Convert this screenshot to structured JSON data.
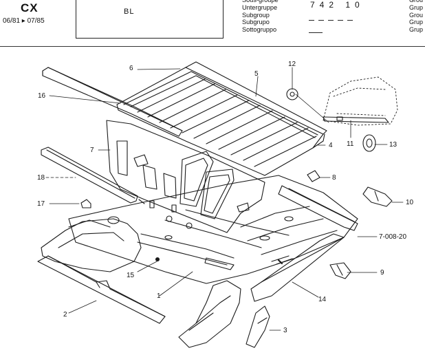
{
  "header": {
    "model": "CX",
    "dates": "06/81 ▸ 07/85",
    "box_text": "BL",
    "group_labels": [
      "Sous-groupe",
      "Untergruppe",
      "Subgroup",
      "Subgrupo",
      "Sottogruppo"
    ],
    "group_code": "742 10",
    "right_labels": [
      "Grou",
      "Grup",
      "Grou",
      "Grup",
      "Grup"
    ]
  },
  "callouts": {
    "c1": "1",
    "c2": "2",
    "c3": "3",
    "c4": "4",
    "c5": "5",
    "c6": "6",
    "c7": "7",
    "c8": "8",
    "c9": "9",
    "c10": "10",
    "c11": "11",
    "c12": "12",
    "c13": "13",
    "c14": "14",
    "c15": "15",
    "c16": "16",
    "c17": "17",
    "c18": "18",
    "ref": "7-008-20"
  }
}
